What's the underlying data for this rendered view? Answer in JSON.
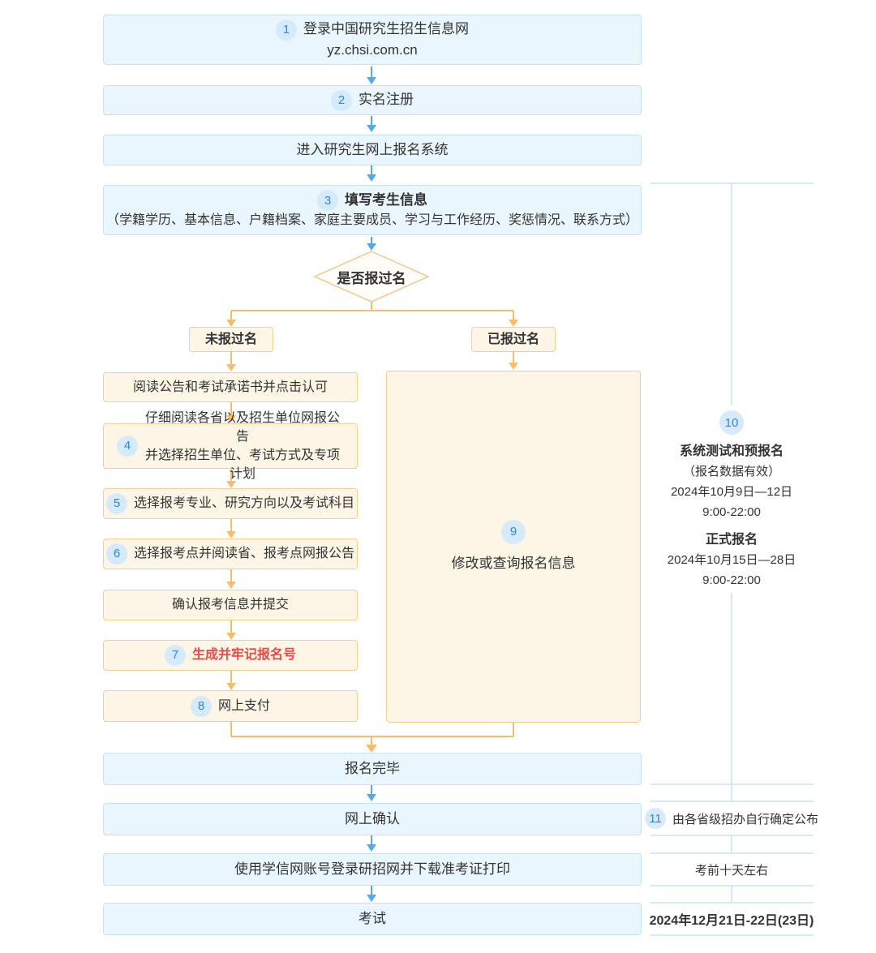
{
  "flow": {
    "step1": {
      "num": "1",
      "line1": "登录中国研究生招生信息网",
      "line2": "yz.chsi.com.cn"
    },
    "step2": {
      "num": "2",
      "label": "实名注册"
    },
    "step3": {
      "label": "进入研究生网上报名系统"
    },
    "step4": {
      "num": "3",
      "title": "填写考生信息",
      "subtitle": "（学籍学历、基本信息、户籍档案、家庭主要成员、学习与工作经历、奖惩情况、联系方式）"
    },
    "decision": {
      "label": "是否报过名"
    },
    "branch_no": {
      "label": "未报过名"
    },
    "branch_yes": {
      "label": "已报过名"
    },
    "left_steps": [
      {
        "label": "阅读公告和考试承诺书并点击认可"
      },
      {
        "num": "4",
        "line1": "仔细阅读各省以及招生单位网报公告",
        "line2": "并选择招生单位、考试方式及专项计划"
      },
      {
        "num": "5",
        "label": "选择报考专业、研究方向以及考试科目"
      },
      {
        "num": "6",
        "label": "选择报考点并阅读省、报考点网报公告"
      },
      {
        "label": "确认报考信息并提交"
      },
      {
        "num": "7",
        "label": "生成并牢记报名号"
      },
      {
        "num": "8",
        "label": "网上支付"
      }
    ],
    "modify_box": {
      "num": "9",
      "label": "修改或查询报名信息"
    },
    "finish": {
      "label": "报名完毕"
    },
    "confirm": {
      "label": "网上确认"
    },
    "download": {
      "label": "使用学信网账号登录研招网并下载准考证打印"
    },
    "exam": {
      "label": "考试"
    }
  },
  "sidebar": {
    "note10": {
      "num": "10",
      "title1": "系统测试和预报名",
      "sub1": "（报名数据有效）",
      "date1": "2024年10月9日—12日",
      "time1": "9:00-22:00",
      "title2": "正式报名",
      "date2": "2024年10月15日—28日",
      "time2": "9:00-22:00"
    },
    "note11": {
      "num": "11",
      "label": "由各省级招办自行确定公布"
    },
    "note12": {
      "label": "考前十天左右"
    },
    "note13": {
      "label": "2024年12月21日-22日(23日)"
    }
  },
  "colors": {
    "box-blue-bg": "#eaf6fd",
    "box-blue-border": "#c7e3f3",
    "box-orange-bg": "#fdf6e7",
    "box-orange-border": "#f3ce92",
    "diamond-bg": "#fffdf8",
    "diamond-border": "#f1c78e",
    "arrow-blue": "#56a9e8",
    "arrow-orange": "#f6be6b",
    "badge-bg": "#d5eafb",
    "badge-text": "#2e86d9",
    "text-main": "#333333",
    "text-red": "#ec4848",
    "sidebar-line": "#c9e4f2"
  }
}
